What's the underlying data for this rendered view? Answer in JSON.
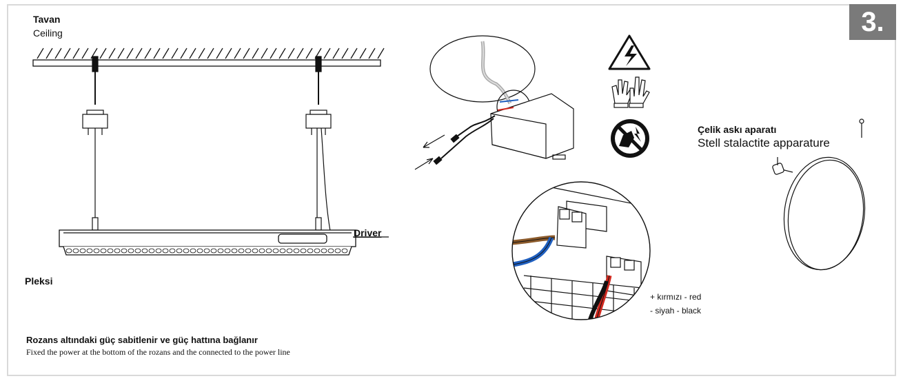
{
  "step_number": "3.",
  "ceiling": {
    "tr": "Tavan",
    "en": "Ceiling"
  },
  "driver_label": "Driver",
  "pleksi_label": "Pleksi",
  "steel": {
    "tr": "Çelik askı aparatı",
    "en": "Stell stalactite apparature"
  },
  "polarity": {
    "red": "+ kırmızı - red",
    "black": "- siyah - black"
  },
  "caption": {
    "tr": "Rozans altındaki güç sabitlenir ve güç hattına bağlanır",
    "en": "Fixed the power at the bottom of the rozans and the connected to the power line"
  },
  "icons": [
    "high-voltage-warning-icon",
    "gloves-icon",
    "no-touch-icon"
  ],
  "colors": {
    "frame": "#d9d9d9",
    "badge": "#7a7a7a",
    "wire_brown": "#8b5a2b",
    "wire_blue": "#1f5fbf",
    "wire_red": "#d0281e"
  }
}
